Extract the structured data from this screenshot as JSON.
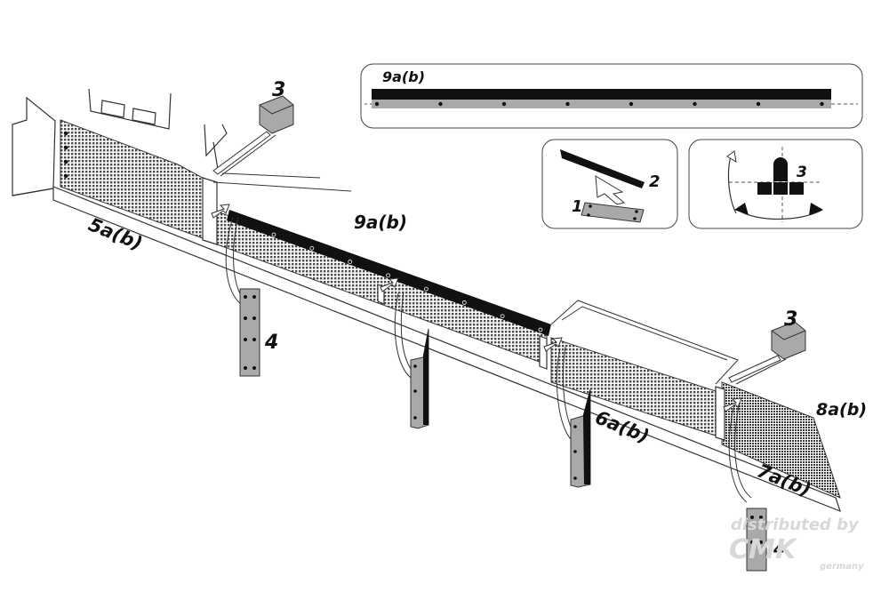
{
  "diagram": {
    "labels": {
      "part_5": "5a(b)",
      "part_9_main": "9a(b)",
      "part_9_inset": "9a(b)",
      "part_3_left": "3",
      "part_3_right": "3",
      "part_4_left": "4",
      "part_4_right": "4",
      "part_6": "6a(b)",
      "part_7": "7a(b)",
      "part_8": "8a(b)",
      "step_1": "1",
      "step_2": "2",
      "bend_3": "3"
    },
    "watermark": {
      "line1": "distributed by",
      "brand": "CMK",
      "country": "germany"
    }
  },
  "colors": {
    "mesh": "#555555",
    "plate": "#a9a9a9",
    "strip": "#111111",
    "outline": "#333333"
  }
}
